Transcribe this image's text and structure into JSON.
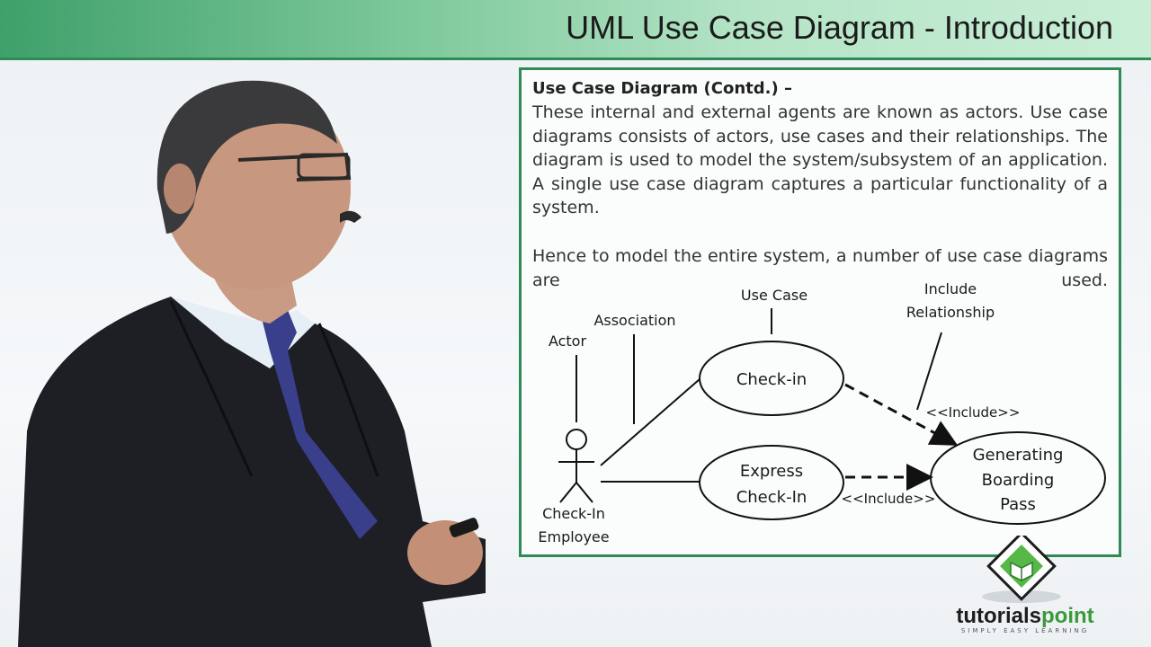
{
  "header": {
    "title": "UML Use Case Diagram - Introduction"
  },
  "content": {
    "heading": "Use Case Diagram (Contd.) –",
    "paragraph1": "These internal and external agents are known as actors. Use case diagrams consists of actors, use cases and their relationships. The diagram is used to model the system/subsystem of an application. A single use case diagram captures a particular functionality of a system.",
    "paragraph2": "Hence to model the entire system, a number of use case diagrams are used."
  },
  "diagram": {
    "label_use_case": "Use Case",
    "label_include_line1": "Include",
    "label_include_line2": "Relationship",
    "label_association": "Association",
    "label_actor": "Actor",
    "actor_name_line1": "Check-In",
    "actor_name_line2": "Employee",
    "usecase_checkin": "Check-in",
    "usecase_express_line1": "Express",
    "usecase_express_line2": "Check-In",
    "usecase_boarding_line1": "Generating",
    "usecase_boarding_line2": "Boarding",
    "usecase_boarding_line3": "Pass",
    "include_top": "<<Include>>",
    "include_bottom": "<<Include>>"
  },
  "branding": {
    "logo_word_main": "tutorials",
    "logo_word_accent": "point",
    "logo_tagline": "SIMPLY EASY LEARNING"
  },
  "colors": {
    "accent_green": "#2e8b57",
    "header_gradient_start": "#3fa06a",
    "header_gradient_end": "#c9eed6"
  }
}
